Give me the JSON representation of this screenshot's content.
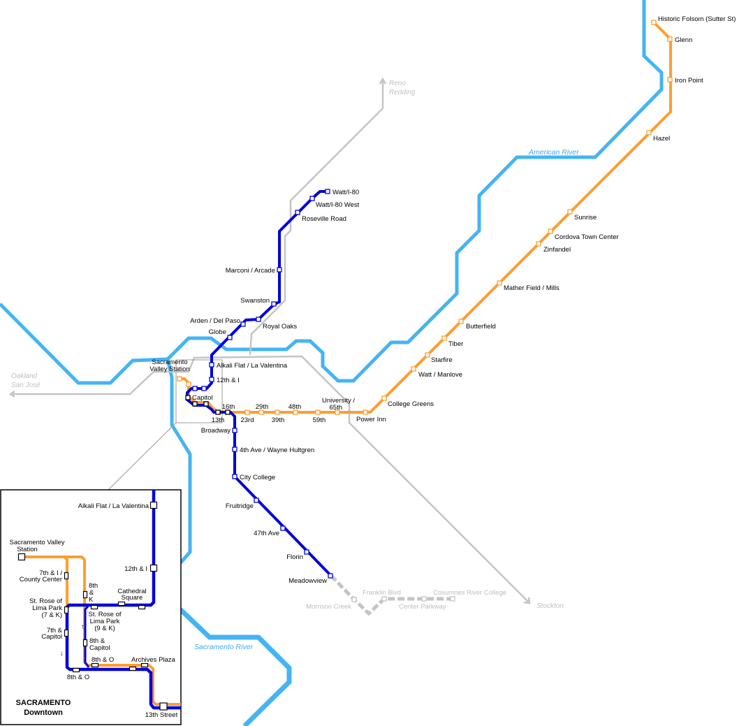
{
  "colors": {
    "blue_line": "#0000dd",
    "gold_line": "#ff9d2e",
    "river": "#44b4f4",
    "rail": "#c4c4c4",
    "future": "#c4c4c4"
  },
  "gold_line": {
    "stations": [
      "Historic Folsom (Sutter St)",
      "Glenn",
      "Iron Point",
      "Hazel",
      "Sunrise",
      "Cordova Town Center",
      "Zinfandel",
      "Mather Field / Mills",
      "Butterfield",
      "Tiber",
      "Starfire",
      "Watt / Manlove",
      "College Greens",
      "Power Inn",
      "University /",
      "65th",
      "59th",
      "48th",
      "39th",
      "29th",
      "23rd",
      "16th",
      "13th"
    ]
  },
  "blue_line": {
    "stations": [
      "Watt/I-80",
      "Watt/I-80 West",
      "Roseville Road",
      "Marconi / Arcade",
      "Swanston",
      "Royal Oaks",
      "Arden / Del Paso",
      "Globe",
      "Alkali Flat / La Valentina",
      "12th & I",
      "Broadway",
      "4th Ave / Wayne Hultgren",
      "City College",
      "Fruitridge",
      "47th Ave",
      "Florin",
      "Meadowview"
    ]
  },
  "downtown_labels": {
    "sac_valley_1": "Sacramento",
    "sac_valley_2": "Valley Station",
    "capitol": "Capitol"
  },
  "future_line": {
    "stations": [
      "Morrison Creek",
      "Franklin Blvd",
      "Center Parkway",
      "Cosumnes River College"
    ]
  },
  "destinations": {
    "reno": "Reno",
    "redding": "Redding",
    "oakland": "Oakland",
    "san_jose": "San José",
    "stockton": "Stockton"
  },
  "rivers": {
    "american": "American River",
    "sacramento": "Sacramento River"
  },
  "inset": {
    "title_1": "SACRAMENTO",
    "title_2": "Downtown",
    "labels": [
      "Alkali Flat / La Valentina",
      "Sacramento Valley",
      "Station",
      "12th & I",
      "7th & I /",
      "County Center",
      "8th",
      "&",
      "K",
      "Cathedral",
      "Square",
      "St. Rose of",
      "Lima Park",
      "(7 & K)",
      "St. Rose of",
      "Lima Park",
      "(9 & K)",
      "7th &",
      "Capitol",
      "8th &",
      "Capitol",
      "8th & O",
      "Archives Plaza",
      "8th & O",
      "13th Street"
    ],
    "arrow_up": "↑",
    "arrow_down": "↓"
  }
}
